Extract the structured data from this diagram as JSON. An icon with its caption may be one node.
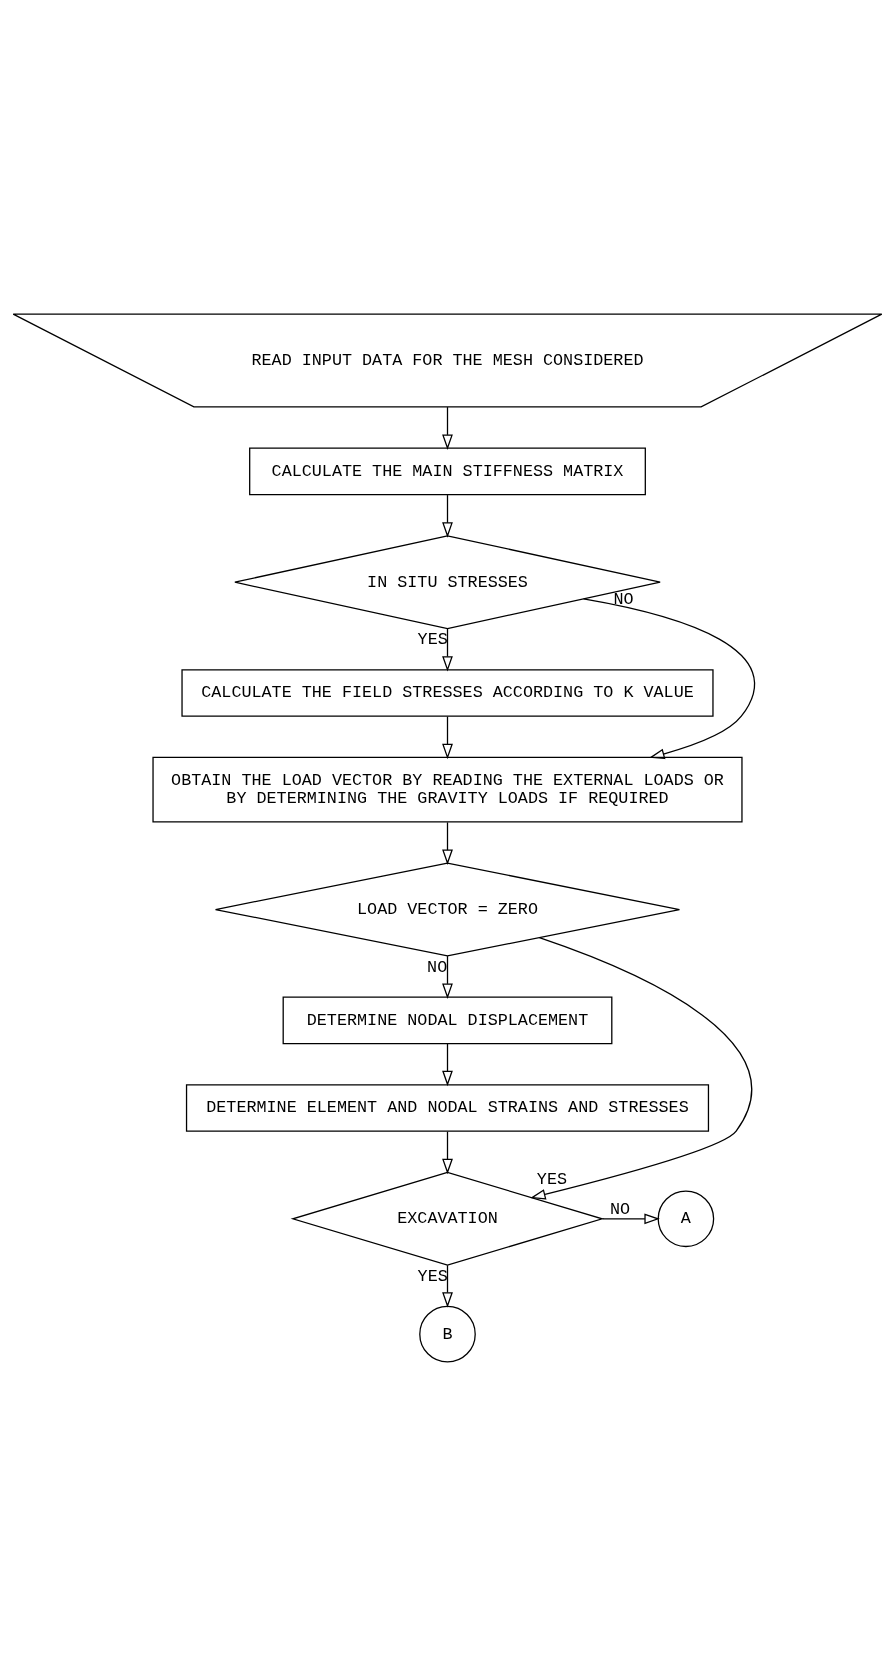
{
  "diagram": {
    "nodes": [
      {
        "text": [
          "READ INPUT DATA FOR THE MESH CONSIDERED"
        ]
      },
      {
        "text": [
          "CALCULATE THE MAIN STIFFNESS MATRIX"
        ]
      },
      {
        "text": [
          "IN SITU STRESSES"
        ]
      },
      {
        "text": [
          "CALCULATE THE FIELD STRESSES ACCORDING TO K VALUE"
        ]
      },
      {
        "text": [
          "OBTAIN THE LOAD VECTOR BY READING THE EXTERNAL LOADS OR BY DETERMINING THE GRAVITY LOADS IF REQUIRED"
        ]
      },
      {
        "text": [
          "LOAD VECTOR = ZERO"
        ]
      },
      {
        "text": [
          "DETERMINE NODAL DISPLACEMENT"
        ]
      },
      {
        "text": [
          "DETERMINE ELEMENT AND NODAL STRAINS AND STRESSES"
        ]
      },
      {
        "text": [
          "EXCAVATION"
        ]
      },
      {
        "text": [
          "A"
        ]
      },
      {
        "text": [
          "B"
        ]
      }
    ],
    "edges": [
      {
        "from": 0,
        "to": 1,
        "arrow": "to"
      },
      {
        "from": 1,
        "to": 2,
        "arrow": "to"
      },
      {
        "from": 2,
        "to": 3,
        "label": "YES",
        "arrow": "to"
      },
      {
        "from": 2,
        "to": 4,
        "label": "NO",
        "arrow": "to"
      },
      {
        "from": 3,
        "to": 4,
        "arrow": "to"
      },
      {
        "from": 4,
        "to": 5,
        "arrow": "to"
      },
      {
        "from": 5,
        "to": 8,
        "label": "YES",
        "arrow": "to"
      },
      {
        "from": 5,
        "to": 6,
        "label": "NO",
        "arrow": "to"
      },
      {
        "from": 6,
        "to": 7,
        "arrow": "to"
      },
      {
        "from": 7,
        "to": 8,
        "arrow": "to"
      },
      {
        "from": 8,
        "to": 9,
        "label": "NO",
        "arrow": "to"
      },
      {
        "from": 8,
        "to": 10,
        "label": "YES",
        "arrow": "to"
      }
    ]
  }
}
